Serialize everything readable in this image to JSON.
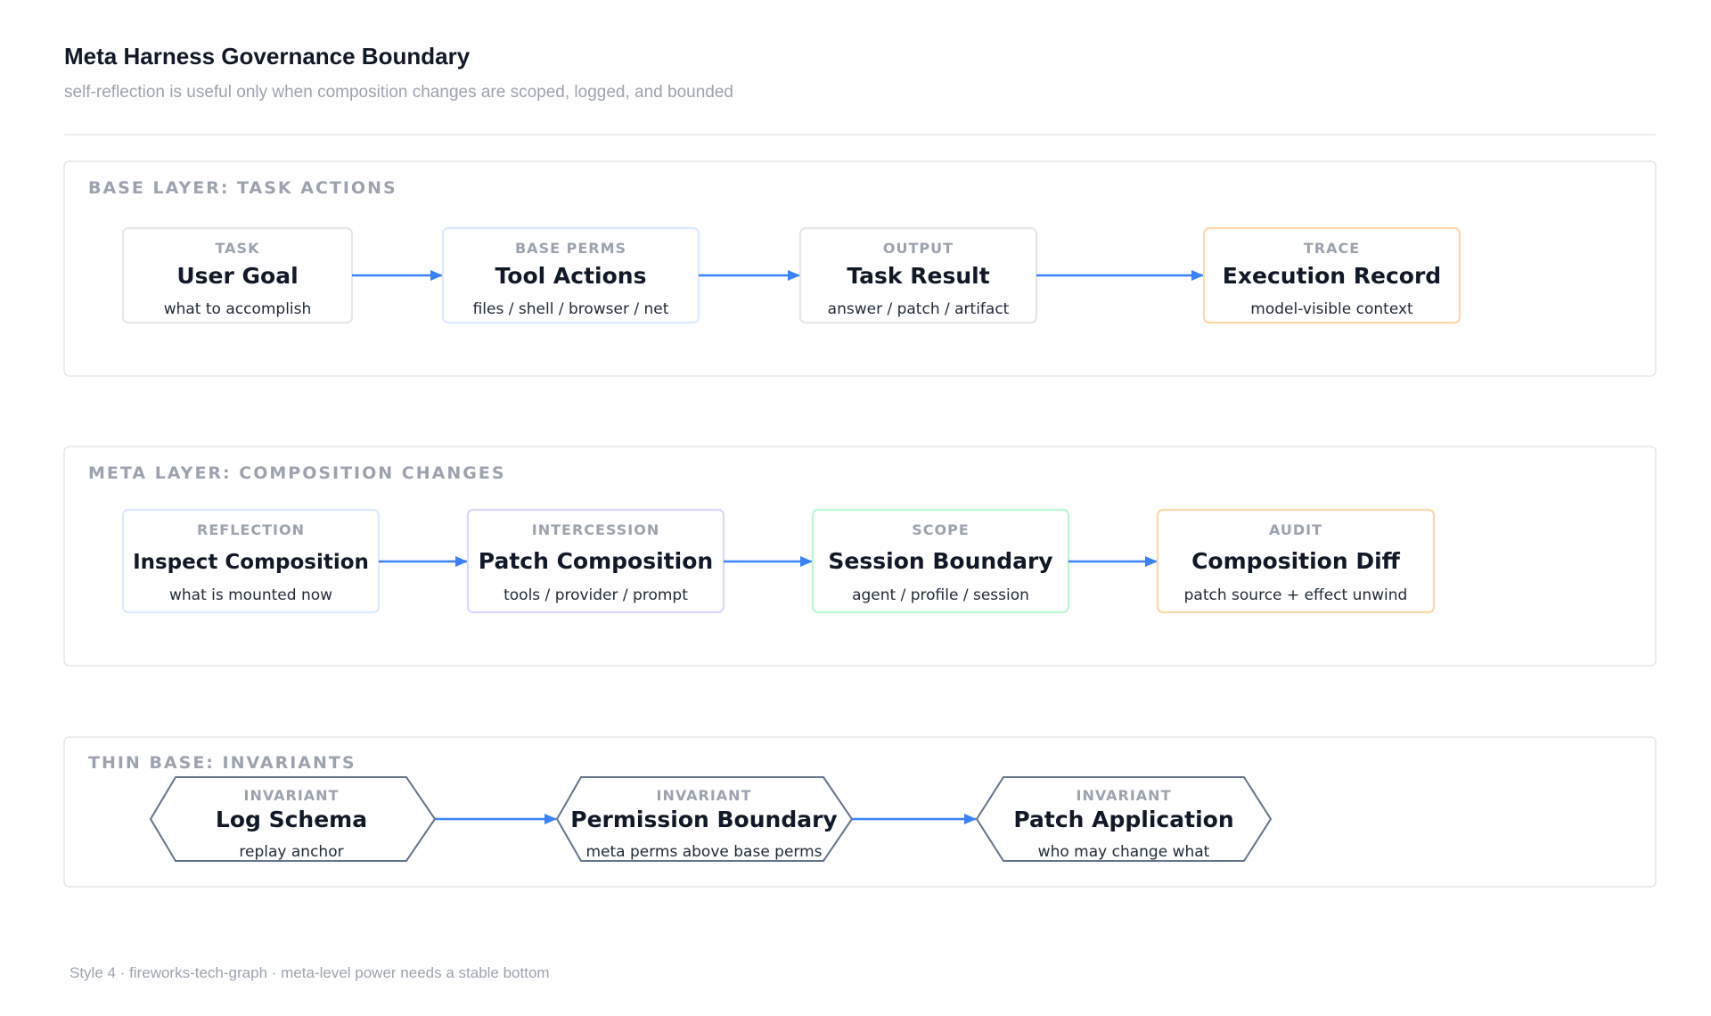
{
  "header": {
    "title": "Meta Harness Governance Boundary",
    "subtitle": "self-reflection is useful only when composition changes are scoped, logged, and bounded"
  },
  "footer": {
    "caption": "Style 4 · fireworks-tech-graph · meta-level power needs a stable bottom"
  },
  "colors": {
    "edge": "#3b82f6",
    "border_neutral": "#e5e7eb",
    "border_blue": "#dbeafe",
    "border_purple": "#ddd6fe",
    "border_green": "#bbf7d0",
    "border_orange": "#fed7aa",
    "hex_stroke": "#64748b"
  },
  "sections": [
    {
      "label": "BASE LAYER: TASK ACTIONS",
      "nodes": [
        {
          "kicker": "TASK",
          "title": "User Goal",
          "sub": "what to accomplish",
          "border": "neutral"
        },
        {
          "kicker": "BASE PERMS",
          "title": "Tool Actions",
          "sub": "files / shell / browser / net",
          "border": "blue"
        },
        {
          "kicker": "OUTPUT",
          "title": "Task Result",
          "sub": "answer / patch / artifact",
          "border": "neutral"
        },
        {
          "kicker": "TRACE",
          "title": "Execution Record",
          "sub": "model-visible context",
          "border": "orange"
        }
      ]
    },
    {
      "label": "META LAYER: COMPOSITION CHANGES",
      "nodes": [
        {
          "kicker": "REFLECTION",
          "title": "Inspect Composition",
          "sub": "what is mounted now",
          "border": "blue"
        },
        {
          "kicker": "INTERCESSION",
          "title": "Patch Composition",
          "sub": "tools / provider / prompt",
          "border": "purple"
        },
        {
          "kicker": "SCOPE",
          "title": "Session Boundary",
          "sub": "agent / profile / session",
          "border": "green"
        },
        {
          "kicker": "AUDIT",
          "title": "Composition Diff",
          "sub": "patch source + effect unwind",
          "border": "orange"
        }
      ]
    },
    {
      "label": "THIN BASE: INVARIANTS",
      "nodes": [
        {
          "kicker": "INVARIANT",
          "title": "Log Schema",
          "sub": "replay anchor",
          "shape": "hexagon-icon"
        },
        {
          "kicker": "INVARIANT",
          "title": "Permission Boundary",
          "sub": "meta perms above base perms",
          "shape": "hexagon-icon"
        },
        {
          "kicker": "INVARIANT",
          "title": "Patch Application",
          "sub": "who may change what",
          "shape": "hexagon-icon"
        }
      ]
    }
  ]
}
